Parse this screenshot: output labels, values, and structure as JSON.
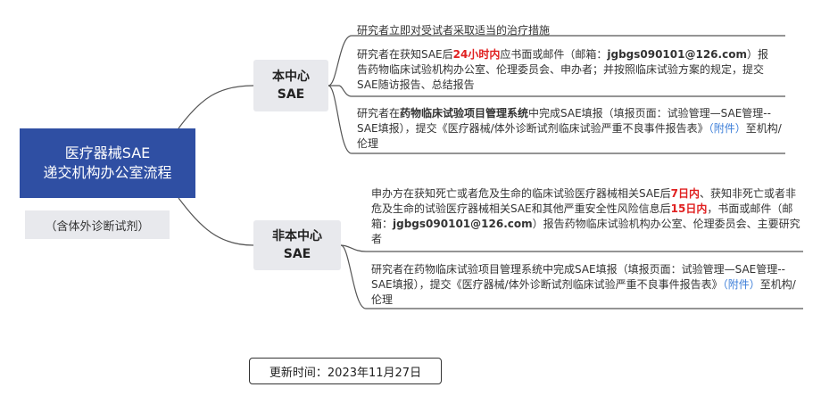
{
  "root": {
    "line1": "医疗器械SAE",
    "line2": "递交机构办公室流程",
    "note": "（含体外诊断试剂）"
  },
  "branch_local": {
    "line1": "本中心",
    "line2": "SAE",
    "leaves": {
      "measures": "研究者立即对受试者采取适当的治疗措施",
      "report": {
        "p1": "研究者在获知SAE后",
        "deadline": "24小时内",
        "p2": "应书面或邮件（邮箱：",
        "email": "jgbgs090101@126.com",
        "p3": "）报告药物临床试验机构办公室、伦理委员会、申办者；并按照临床试验方案的规定，提交SAE随访报告、总结报告"
      },
      "system": {
        "p1": "研究者在",
        "system_name": "药物临床试验项目管理系统",
        "p2": "中完成SAE填报（填报页面：试验管理—SAE管理--SAE填报），提交《医疗器械/体外诊断试剂临床试验严重不良事件报告表》",
        "attachment": "（附件）",
        "p3": "至机构/伦理"
      }
    }
  },
  "branch_other": {
    "line1": "非本中心",
    "line2": "SAE",
    "leaves": {
      "sponsor": {
        "p1": "申办方在获知死亡或者危及生命的临床试验医疗器械相关SAE后",
        "deadline1": "7日内",
        "p2": "、获知非死亡或者非危及生命的试验医疗器械相关SAE和其他严重安全性风险信息后",
        "deadline2": "15日内",
        "p3": "，书面或邮件（邮箱：",
        "email": "jgbgs090101@126.com",
        "p4": "）报告药物临床试验机构办公室、伦理委员会、主要研究者"
      },
      "system": {
        "p1": "研究者在药物临床试验项目管理系统中完成SAE填报（填报页面：试验管理—SAE管理--SAE填报），提交《医疗器械/体外诊断试剂临床试验严重不良事件报告表》",
        "attachment": "（附件）",
        "p2": "至机构/伦理"
      }
    }
  },
  "footer": "更新时间：2023年11月27日",
  "colors": {
    "root_bg": "#2f4fa3",
    "node_bg": "#e8e9ed",
    "highlight_red": "#e02020",
    "link_blue": "#3b7dd8"
  }
}
